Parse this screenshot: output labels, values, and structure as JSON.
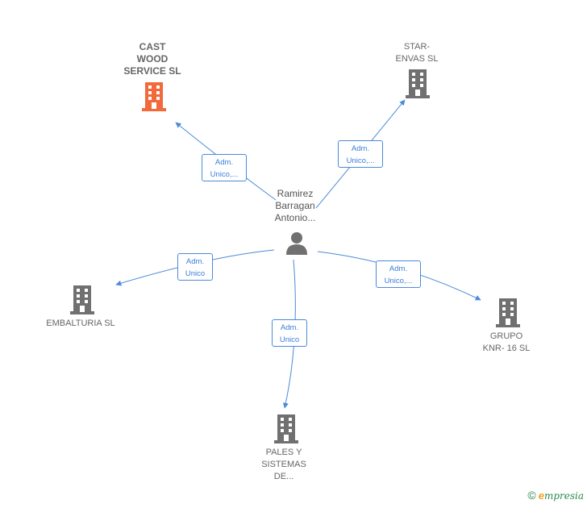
{
  "colors": {
    "edge": "#4a8ad8",
    "building_default": "#707070",
    "building_highlight": "#f26a3c",
    "person": "#707070"
  },
  "center": {
    "label": "Ramirez\nBarragan\nAntonio...",
    "icon": "person-icon"
  },
  "nodes": [
    {
      "id": "cast",
      "label": "CAST\nWOOD\nSERVICE  SL",
      "icon": "building-icon",
      "highlight": true
    },
    {
      "id": "star",
      "label": "STAR-\nENVAS  SL",
      "icon": "building-icon",
      "highlight": false
    },
    {
      "id": "embalturia",
      "label": "EMBALTURIA SL",
      "icon": "building-icon",
      "highlight": false
    },
    {
      "id": "grupo",
      "label": "GRUPO\nKNR- 16  SL",
      "icon": "building-icon",
      "highlight": false
    },
    {
      "id": "pales",
      "label": "PALES Y\nSISTEMAS\nDE...",
      "icon": "building-icon",
      "highlight": false
    }
  ],
  "edges": [
    {
      "to": "cast",
      "label": "Adm.\nUnico,..."
    },
    {
      "to": "star",
      "label": "Adm.\nUnico,..."
    },
    {
      "to": "embalturia",
      "label": "Adm.\nUnico"
    },
    {
      "to": "grupo",
      "label": "Adm.\nUnico,..."
    },
    {
      "to": "pales",
      "label": "Adm.\nUnico"
    }
  ],
  "footer": {
    "copyright": "©",
    "brand_first": "e",
    "brand_rest": "mpresia"
  }
}
